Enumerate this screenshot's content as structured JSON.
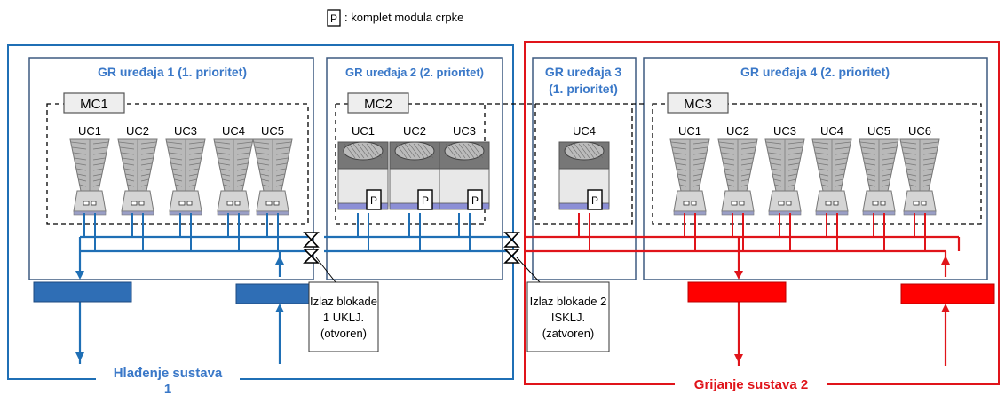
{
  "legend": {
    "badge": "P",
    "text": ": komplet modula crpke"
  },
  "systems": {
    "cooling": {
      "label_line1": "Hlađenje sustava",
      "label_line2": "1",
      "color": "#1f6fb5"
    },
    "heating": {
      "label": "Grijanje sustava 2",
      "color": "#e0141a"
    }
  },
  "groups": [
    {
      "id": "g1",
      "title": "GR uređaja 1 (1. prioritet)"
    },
    {
      "id": "g2",
      "title": "GR uređaja 2 (2. prioritet)"
    },
    {
      "id": "g3",
      "title_line1": "GR uređaja 3",
      "title_line2": "(1. prioritet)"
    },
    {
      "id": "g4",
      "title": "GR uređaja 4 (2. prioritet)"
    }
  ],
  "mc_labels": [
    "MC1",
    "MC2",
    "MC3"
  ],
  "units": {
    "g1": [
      "UC1",
      "UC2",
      "UC3",
      "UC4",
      "UC5"
    ],
    "g2": [
      "UC1",
      "UC2",
      "UC3"
    ],
    "g3": [
      "UC4"
    ],
    "g4": [
      "UC1",
      "UC2",
      "UC3",
      "UC4",
      "UC5",
      "UC6"
    ]
  },
  "pump_badge": "P",
  "valves": [
    {
      "line1": "Izlaz blokade",
      "line2": "1 UKLJ.",
      "line3": "(otvoren)"
    },
    {
      "line1": "Izlaz blokade 2",
      "line2": "ISKLJ.",
      "line3": "(zatvoren)"
    }
  ],
  "colors": {
    "blue": "#1f6fb5",
    "red": "#e0141a",
    "frame": "#3d5a80",
    "title_blue": "#3a78c8"
  }
}
